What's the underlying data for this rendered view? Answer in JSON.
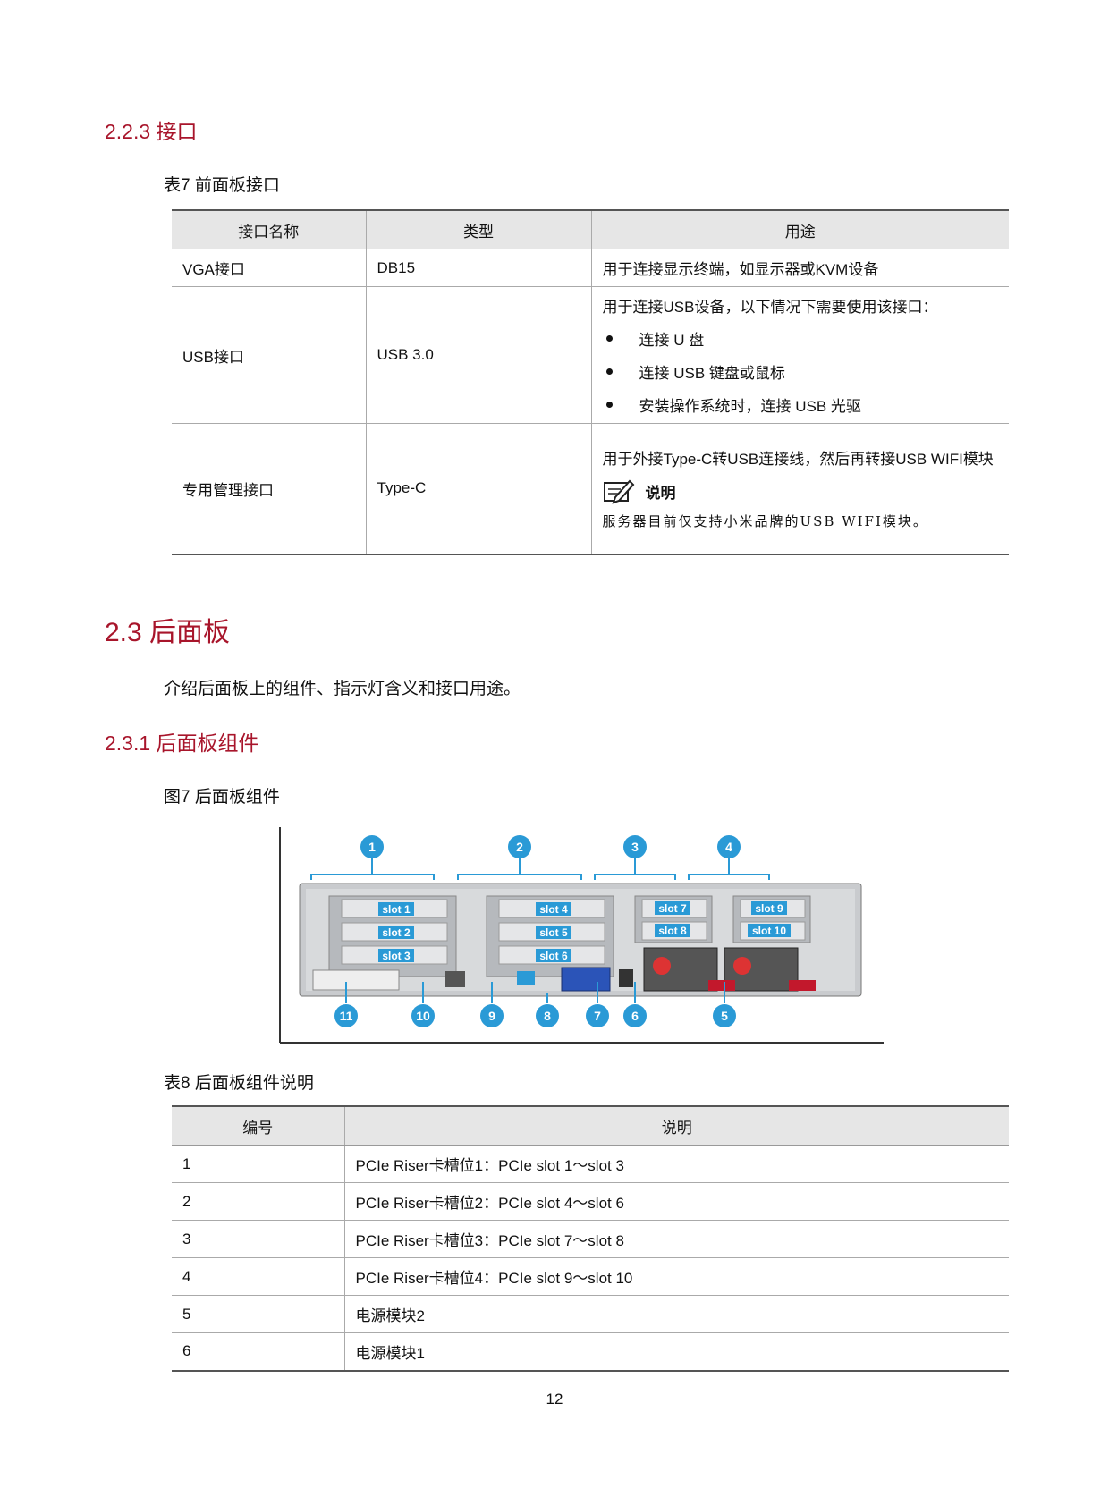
{
  "sec_223": "2.2.3  接口",
  "table7": {
    "caption": "表7  前面板接口",
    "headers": [
      "接口名称",
      "类型",
      "用途"
    ],
    "rows": [
      {
        "name": "VGA接口",
        "type": "DB15",
        "use": "用于连接显示终端，如显示器或KVM设备"
      },
      {
        "name": "USB接口",
        "type": "USB 3.0",
        "use": "用于连接USB设备，以下情况下需要使用该接口：",
        "bullets": [
          "连接 U 盘",
          "连接 USB 键盘或鼠标",
          "安装操作系统时，连接 USB 光驱"
        ]
      },
      {
        "name": "专用管理接口",
        "type": "Type-C",
        "use": "用于外接Type-C转USB连接线，然后再转接USB WIFI模块",
        "note_title": "说明",
        "note_text": "服务器目前仅支持小米品牌的USB WIFI模块。"
      }
    ]
  },
  "sec_23": "2.3  后面板",
  "intro": "介绍后面板上的组件、指示灯含义和接口用途。",
  "sec_231": "2.3.1  后面板组件",
  "figure": {
    "caption": "图7  后面板组件",
    "slots": [
      "slot 1",
      "slot 2",
      "slot 3",
      "slot 4",
      "slot 5",
      "slot 6",
      "slot 7",
      "slot 8",
      "slot 9",
      "slot 10"
    ],
    "callouts": [
      "1",
      "2",
      "3",
      "4",
      "5",
      "6",
      "7",
      "8",
      "9",
      "10",
      "11"
    ],
    "accent": "#2a9ad6"
  },
  "table8": {
    "caption": "表8  后面板组件说明",
    "headers": [
      "编号",
      "说明"
    ],
    "rows": [
      [
        "1",
        "PCIe Riser卡槽位1：PCIe slot 1～slot 3"
      ],
      [
        "2",
        "PCIe Riser卡槽位2：PCIe slot 4～slot 6"
      ],
      [
        "3",
        "PCIe Riser卡槽位3：PCIe slot 7～slot 8"
      ],
      [
        "4",
        "PCIe Riser卡槽位4：PCIe slot 9～slot 10"
      ],
      [
        "5",
        "电源模块2"
      ],
      [
        "6",
        "电源模块1"
      ]
    ]
  },
  "page_number": "12"
}
